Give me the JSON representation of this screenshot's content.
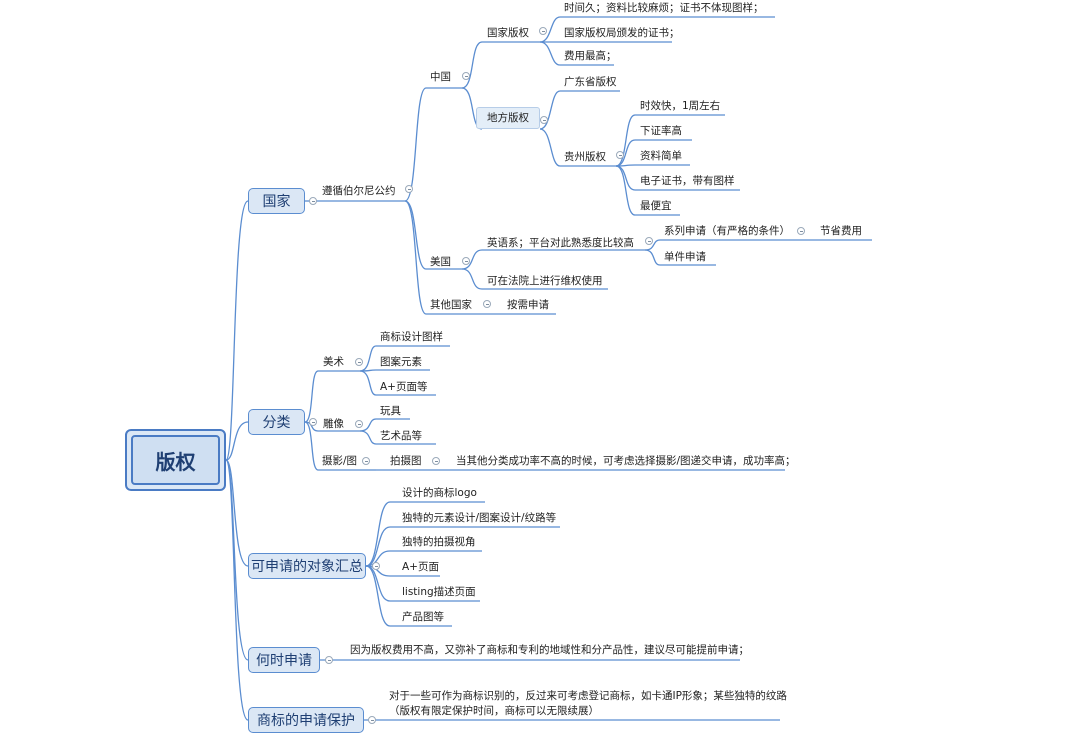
{
  "root": {
    "label": "版权"
  },
  "branches": {
    "country": {
      "label": "国家",
      "berne": "遵循伯尔尼公约",
      "china": {
        "label": "中国",
        "national": {
          "label": "国家版权",
          "items": [
            "时间久；资料比较麻烦；证书不体现图样；",
            "国家版权局颁发的证书；",
            "费用最高；"
          ]
        },
        "local": {
          "label": "地方版权",
          "guangdong": "广东省版权",
          "guizhou": {
            "label": "贵州版权",
            "items": [
              "时效快，1周左右",
              "下证率高",
              "资料简单",
              "电子证书，带有图样",
              "最便宜"
            ]
          }
        }
      },
      "usa": {
        "label": "美国",
        "english": "英语系；平台对此熟悉度比较高",
        "series": "系列申请（有严格的条件）",
        "save_cost": "节省费用",
        "single": "单件申请",
        "court": "可在法院上进行维权使用"
      },
      "others": {
        "label": "其他国家",
        "item": "按需申请"
      }
    },
    "category": {
      "label": "分类",
      "art": {
        "label": "美术",
        "items": [
          "商标设计图样",
          "图案元素",
          "A+页面等"
        ]
      },
      "sculpture": {
        "label": "雕像",
        "items": [
          "玩具",
          "艺术品等"
        ]
      },
      "photo": {
        "label": "摄影/图",
        "item": "拍摄图",
        "note": "当其他分类成功率不高的时候，可考虑选择摄影/图递交申请，成功率高；"
      }
    },
    "objects": {
      "label": "可申请的对象汇总",
      "items": [
        "设计的商标logo",
        "独特的元素设计/图案设计/纹路等",
        "独特的拍摄视角",
        "A+页面",
        "listing描述页面",
        "产品图等"
      ]
    },
    "when": {
      "label": "何时申请",
      "note": "因为版权费用不高，又弥补了商标和专利的地域性和分产品性，建议尽可能提前申请；"
    },
    "trademark": {
      "label": "商标的申请保护",
      "note1": "对于一些可作为商标识别的，反过来可考虑登记商标，如卡通IP形象；某些独特的纹路",
      "note2": "（版权有限定保护时间，商标可以无限续展）"
    }
  }
}
